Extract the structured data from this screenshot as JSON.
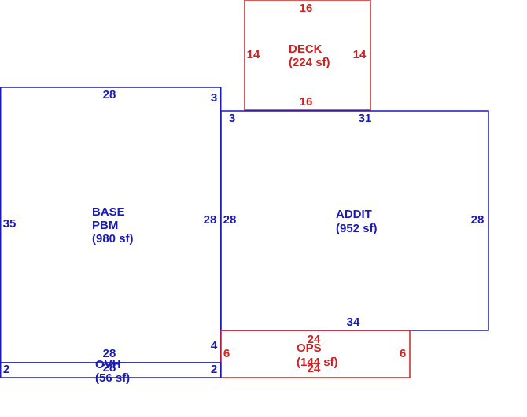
{
  "colors": {
    "living_area": "#1a1ab4",
    "exterior_feature": "#d42020",
    "background": "#ffffff"
  },
  "areas": {
    "deck": {
      "name": "DECK",
      "area": "(224 sf)",
      "dims": {
        "top": "16",
        "left": "14",
        "right": "14",
        "bottom": "16"
      }
    },
    "base": {
      "name_line1": "BASE",
      "name_line2": "PBM",
      "area": "(980 sf)",
      "dims": {
        "top": "28",
        "top_right": "3",
        "left": "35",
        "right": "28",
        "bottom": "28",
        "bottom_right": "4"
      }
    },
    "addit": {
      "name": "ADDIT",
      "area": "(952 sf)",
      "dims": {
        "top_left": "3",
        "top": "31",
        "left": "28",
        "right": "28",
        "bottom": "34"
      }
    },
    "ops": {
      "name": "OPS",
      "area": "(144 sf)",
      "dims": {
        "top": "24",
        "left": "6",
        "right": "6",
        "bottom": "24"
      }
    },
    "ovh": {
      "name": "OVH",
      "area": "(56 sf)",
      "dims": {
        "left": "2",
        "right": "2",
        "bottom": "28"
      }
    }
  }
}
